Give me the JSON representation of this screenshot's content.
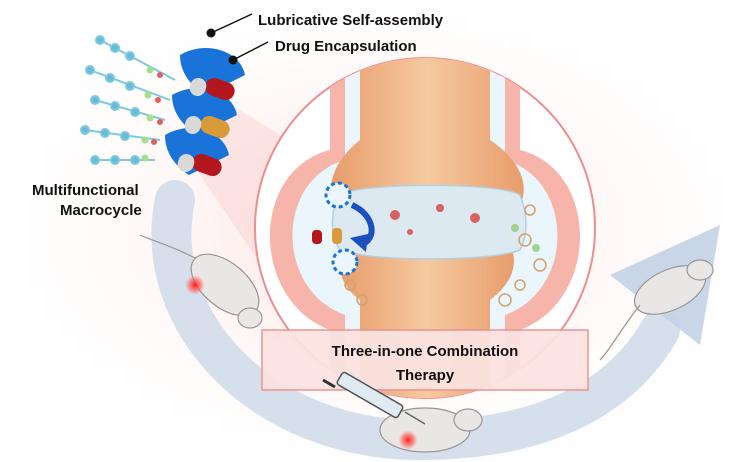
{
  "labels": {
    "self_assembly": "Lubricative Self-assembly",
    "drug_encapsulation": "Drug Encapsulation",
    "macrocycle_line1": "Multifunctional",
    "macrocycle_line2": "Macrocycle",
    "therapy_line1": "Three-in-one Combination",
    "therapy_line2": "Therapy"
  },
  "colors": {
    "bone": "#f1b98c",
    "cartilage": "#dce9f1",
    "capsule_pink": "#f6b1a8",
    "macrocycle_blue": "#1a73d9",
    "drug_red": "#b3161c",
    "drug_orange": "#d99a3a",
    "lubricant_cyan": "#9fe3f2",
    "cycle_arrow": "#c9d6e6",
    "inflammation_red": "#ff2a2a"
  },
  "icons": [
    "macrocycle-icon",
    "drug-capsule-icon",
    "knee-joint-icon",
    "mouse-icon",
    "syringe-icon",
    "cycle-arrow-icon"
  ]
}
